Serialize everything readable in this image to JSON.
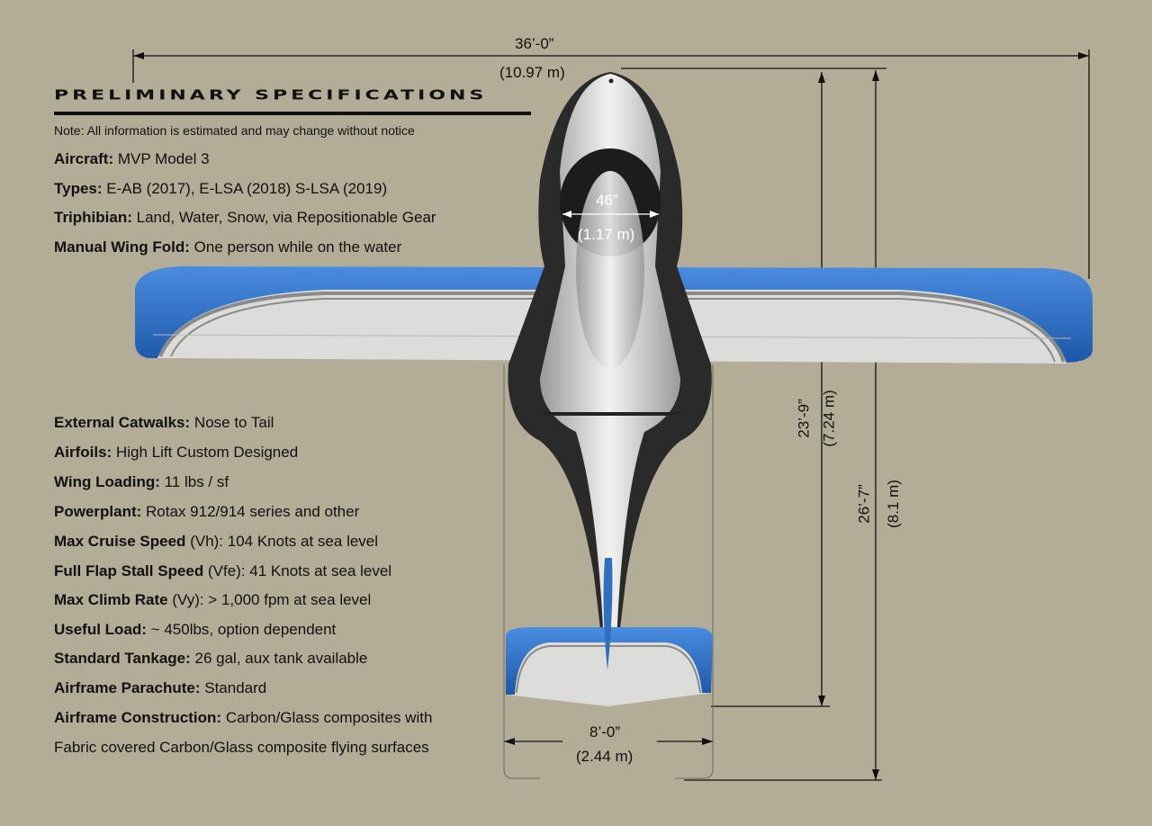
{
  "title": "PRELIMINARY SPECIFICATIONS",
  "note": "Note: All information is estimated and may change without notice",
  "specs_top": [
    {
      "label": "Aircraft:",
      "value": "MVP Model 3"
    },
    {
      "label": "Types:",
      "value": "E-AB (2017), E-LSA (2018) S-LSA (2019)"
    },
    {
      "label": "Triphibian:",
      "value": "Land, Water, Snow, via Repositionable Gear"
    },
    {
      "label": "Manual Wing Fold:",
      "value": "One person while on the water"
    }
  ],
  "specs_bottom": [
    {
      "label": "External Catwalks:",
      "value": "Nose to Tail"
    },
    {
      "label": "Airfoils:",
      "value": "High Lift Custom Designed"
    },
    {
      "label": "Wing Loading:",
      "value": "11 lbs / sf"
    },
    {
      "label": "Powerplant:",
      "value": "Rotax 912/914 series and other"
    },
    {
      "label": "Max Cruise Speed",
      "value": "(Vh): 104 Knots at sea level"
    },
    {
      "label": "Full Flap Stall Speed",
      "value": "(Vfe): 41 Knots at sea level"
    },
    {
      "label": "Max Climb Rate",
      "value": "(Vy): > 1,000 fpm at sea level"
    },
    {
      "label": "Useful Load:",
      "value": "~ 450lbs, option dependent"
    },
    {
      "label": "Standard Tankage:",
      "value": "26 gal, aux tank available"
    },
    {
      "label": "Airframe Parachute:",
      "value": "Standard"
    },
    {
      "label": "Airframe Construction:",
      "value": "Carbon/Glass composites with"
    }
  ],
  "specs_continuation": "Fabric covered Carbon/Glass composite flying surfaces",
  "dimensions": {
    "wingspan_ft": "36’-0”",
    "wingspan_m": "(10.97 m)",
    "cockpit_ft": "46”",
    "cockpit_m": "(1.17 m)",
    "length_wing_ft": "23’-9”",
    "length_wing_m": "(7.24 m)",
    "length_total_ft": "26’-7”",
    "length_total_m": "(8.1 m)",
    "tail_ft": "8’-0”",
    "tail_m": "(2.44 m)"
  },
  "colors": {
    "background": "#b3ac97",
    "accent_blue": "#2f6fc0",
    "airframe": "#e4e4e2"
  }
}
